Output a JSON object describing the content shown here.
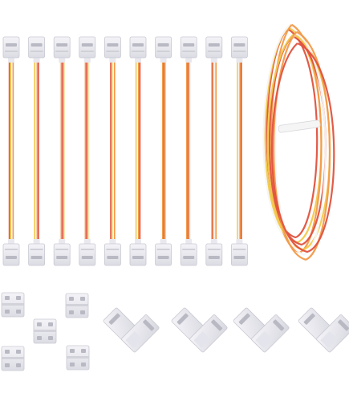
{
  "product": {
    "kind": "LED strip connector kit",
    "jumper_cable_count": 10,
    "wire_colors": [
      "#e0523f",
      "#f2c94c",
      "#f6f6f6",
      "#f29a4a"
    ],
    "connector_color": "#ececf2",
    "connector_edge": "#c8c8d2",
    "clip_color": "#b9b9c4",
    "tie_color": "#f5f5f5"
  },
  "groups": {
    "straight_connectors": 5,
    "l_connectors": 4,
    "wire_coils": 1
  }
}
